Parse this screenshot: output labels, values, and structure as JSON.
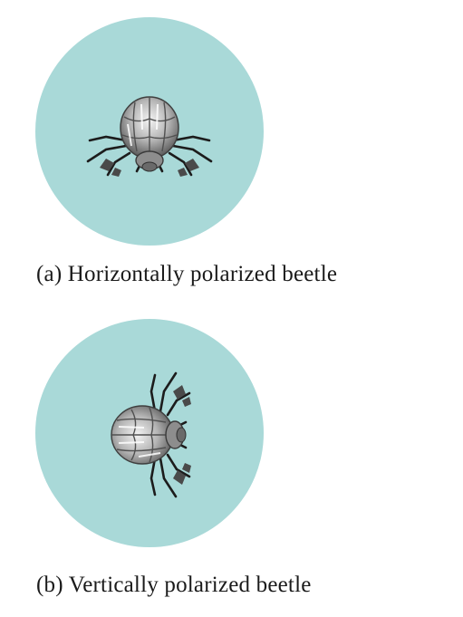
{
  "colors": {
    "disc": "#a9d9d8",
    "shell_dark": "#5a5a5a",
    "shell_mid": "#9c9c9c",
    "shell_light": "#e6e6e6",
    "legs": "#1c1c1c"
  },
  "panels": [
    {
      "caption": "(a)  Horizontally polarized beetle",
      "beetle_orientation": "horizontal",
      "beetle_icon": "beetle-icon"
    },
    {
      "caption": "(b)  Vertically polarized beetle",
      "beetle_orientation": "vertical",
      "beetle_icon": "beetle-icon"
    }
  ]
}
